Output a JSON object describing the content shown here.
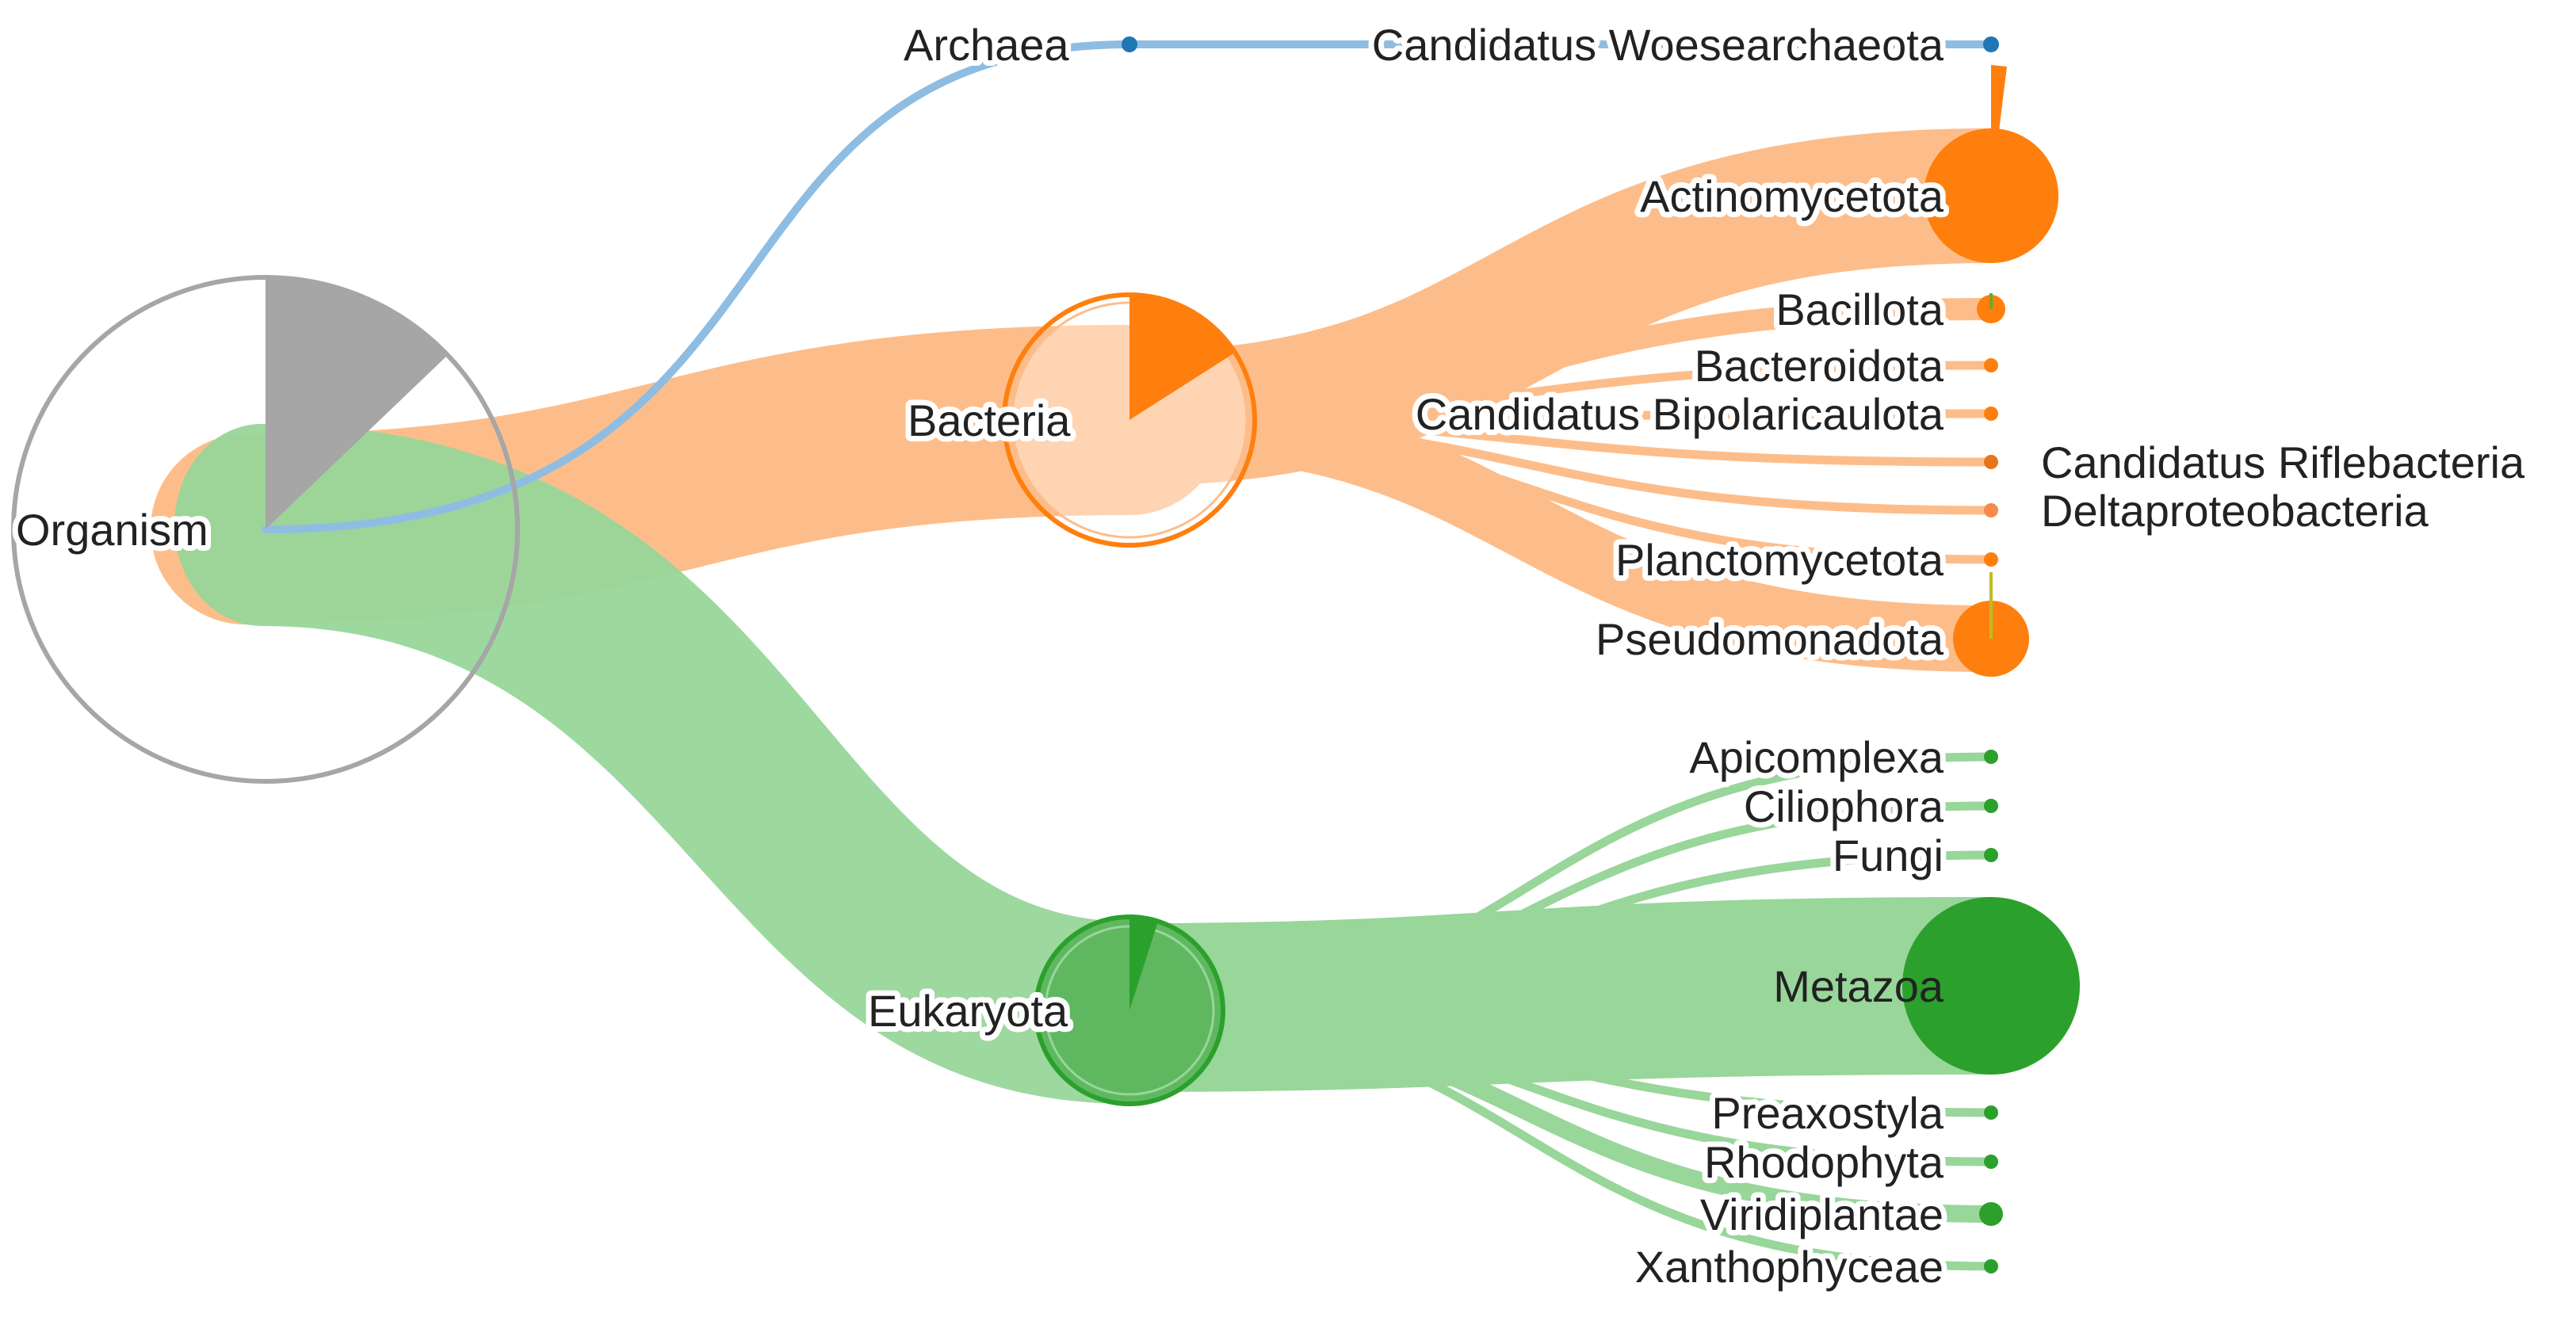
{
  "diagram": {
    "type": "taxonomy-tree",
    "root": {
      "label": "Organism",
      "color": "#a6a6a6"
    },
    "domains": [
      {
        "id": "archaea",
        "label": "Archaea",
        "color": "#1f77b4",
        "light": "#8fbde2"
      },
      {
        "id": "bacteria",
        "label": "Bacteria",
        "color": "#ff7f0e",
        "light": "#fdbd8a"
      },
      {
        "id": "eukaryota",
        "label": "Eukaryota",
        "color": "#2ca02c",
        "light": "#98d69a"
      }
    ],
    "leaves": [
      {
        "id": "woesearchaeota",
        "parent": "archaea",
        "label": "Candidatus Woesearchaeota"
      },
      {
        "id": "actinomycetota",
        "parent": "bacteria",
        "label": "Actinomycetota"
      },
      {
        "id": "bacillota",
        "parent": "bacteria",
        "label": "Bacillota"
      },
      {
        "id": "bacteroidota",
        "parent": "bacteria",
        "label": "Bacteroidota"
      },
      {
        "id": "bipolaricaulota",
        "parent": "bacteria",
        "label": "Candidatus Bipolaricaulota"
      },
      {
        "id": "riflebacteria",
        "parent": "bacteria",
        "label": "Candidatus Riflebacteria"
      },
      {
        "id": "deltaproteobacteria",
        "parent": "bacteria",
        "label": "Deltaproteobacteria"
      },
      {
        "id": "planctomycetota",
        "parent": "bacteria",
        "label": "Planctomycetota"
      },
      {
        "id": "pseudomonadota",
        "parent": "bacteria",
        "label": "Pseudomonadota"
      },
      {
        "id": "apicomplexa",
        "parent": "eukaryota",
        "label": "Apicomplexa"
      },
      {
        "id": "ciliophora",
        "parent": "eukaryota",
        "label": "Ciliophora"
      },
      {
        "id": "fungi",
        "parent": "eukaryota",
        "label": "Fungi"
      },
      {
        "id": "metazoa",
        "parent": "eukaryota",
        "label": "Metazoa"
      },
      {
        "id": "preaxostyla",
        "parent": "eukaryota",
        "label": "Preaxostyla"
      },
      {
        "id": "rhodophyta",
        "parent": "eukaryota",
        "label": "Rhodophyta"
      },
      {
        "id": "viridiplantae",
        "parent": "eukaryota",
        "label": "Viridiplantae"
      },
      {
        "id": "xanthophyceae",
        "parent": "eukaryota",
        "label": "Xanthophyceae"
      }
    ]
  }
}
